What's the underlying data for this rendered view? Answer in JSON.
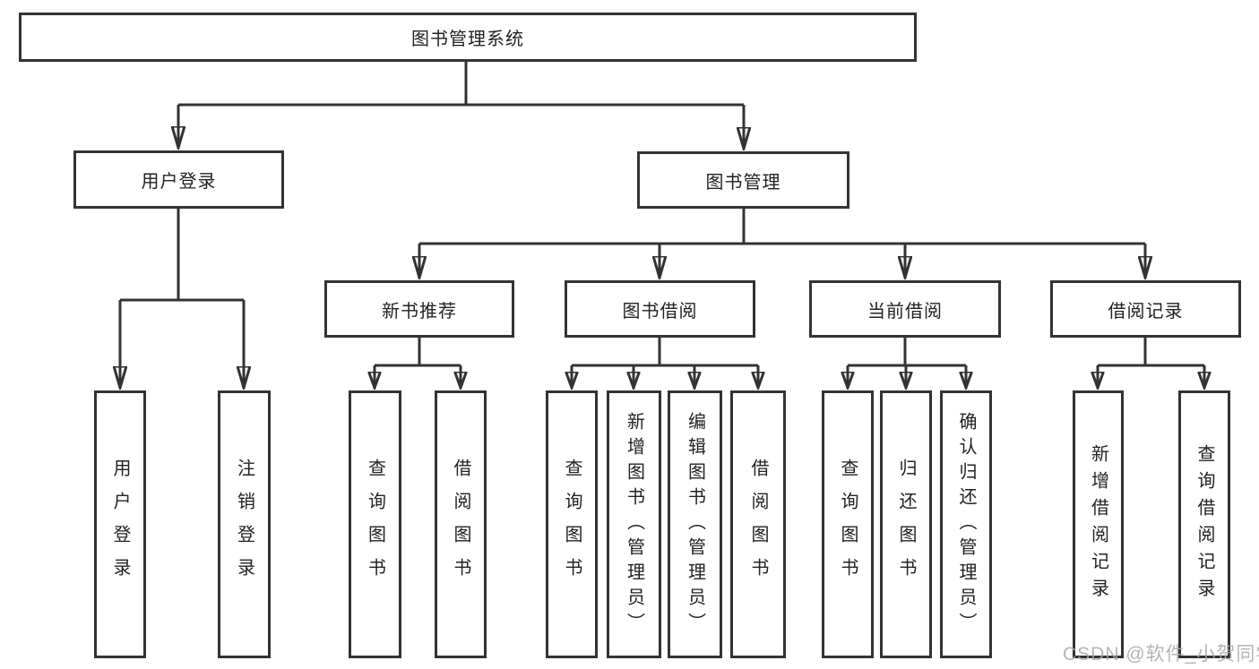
{
  "diagram": {
    "root": "图书管理系统",
    "login": {
      "label": "用户登录",
      "children": [
        "用户登录",
        "注销登录"
      ]
    },
    "management": {
      "label": "图书管理"
    },
    "new_book": {
      "label": "新书推荐",
      "children": [
        "查询图书",
        "借阅图书"
      ]
    },
    "borrowing": {
      "label": "图书借阅",
      "children": [
        "查询图书",
        "新增图书（管理员）",
        "编辑图书（管理员）",
        "借阅图书"
      ]
    },
    "current": {
      "label": "当前借阅",
      "children": [
        "查询图书",
        "归还图书",
        "确认归还（管理员）"
      ]
    },
    "records": {
      "label": "借阅记录",
      "children": [
        "新增借阅记录",
        "查询借阅记录"
      ]
    }
  },
  "watermark": {
    "text": "CSDN @软件_小贺同学"
  },
  "colors": {
    "line": "#333333",
    "box_border": "#333333",
    "box_fill": "#ffffff",
    "text": "#222222",
    "watermark": "#a8a8a8"
  }
}
